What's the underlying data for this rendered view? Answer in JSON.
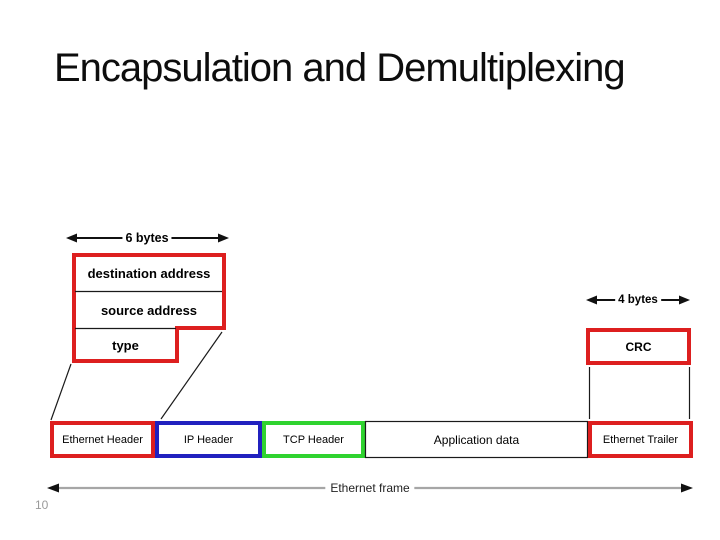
{
  "slide": {
    "title": "Encapsulation and Demultiplexing",
    "page_number": "10"
  },
  "colors": {
    "red_border": "#dd1f1f",
    "blue_border": "#2121bf",
    "green_border": "#2fd32f",
    "black_line": "#111111",
    "gray_arrow_line": "#a6a6a6",
    "page_number_gray": "#9a9a9a"
  },
  "diagram": {
    "six_bytes_label": "6 bytes",
    "four_bytes_label": "4 bytes",
    "ethernet_header_fields": [
      {
        "label": "destination address"
      },
      {
        "label": "source address"
      },
      {
        "label": "type"
      }
    ],
    "crc_label": "CRC",
    "frame_segments": [
      {
        "label": "Ethernet Header",
        "border_color": "red"
      },
      {
        "label": "IP Header",
        "border_color": "blue"
      },
      {
        "label": "TCP Header",
        "border_color": "green"
      },
      {
        "label": "Application data",
        "border_color": "black"
      },
      {
        "label": "Ethernet Trailer",
        "border_color": "red"
      }
    ],
    "frame_label": "Ethernet frame"
  }
}
